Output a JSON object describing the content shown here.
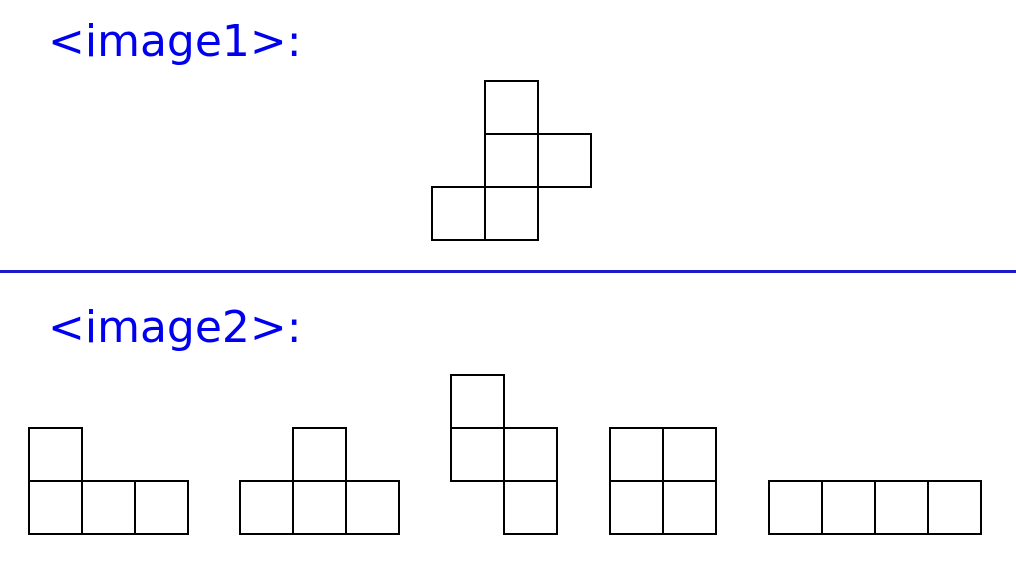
{
  "sections": [
    {
      "label": "<image1>:",
      "pieces": [
        {
          "name": "target-shape",
          "cells": [
            [
              1,
              0
            ],
            [
              1,
              1
            ],
            [
              2,
              1
            ],
            [
              0,
              2
            ],
            [
              1,
              2
            ]
          ]
        }
      ]
    },
    {
      "label": "<image2>:",
      "pieces": [
        {
          "name": "piece-l",
          "cells": [
            [
              0,
              0
            ],
            [
              0,
              1
            ],
            [
              1,
              1
            ],
            [
              2,
              1
            ]
          ]
        },
        {
          "name": "piece-t",
          "cells": [
            [
              1,
              0
            ],
            [
              0,
              1
            ],
            [
              1,
              1
            ],
            [
              2,
              1
            ]
          ]
        },
        {
          "name": "piece-s",
          "cells": [
            [
              0,
              0
            ],
            [
              0,
              1
            ],
            [
              1,
              1
            ],
            [
              1,
              2
            ]
          ]
        },
        {
          "name": "piece-square",
          "cells": [
            [
              0,
              0
            ],
            [
              1,
              0
            ],
            [
              0,
              1
            ],
            [
              1,
              1
            ]
          ]
        },
        {
          "name": "piece-i",
          "cells": [
            [
              0,
              0
            ],
            [
              1,
              0
            ],
            [
              2,
              0
            ],
            [
              3,
              0
            ]
          ]
        }
      ]
    }
  ],
  "colors": {
    "label": "#0000ee",
    "divider": "#1a1acc",
    "outline": "#000000"
  }
}
